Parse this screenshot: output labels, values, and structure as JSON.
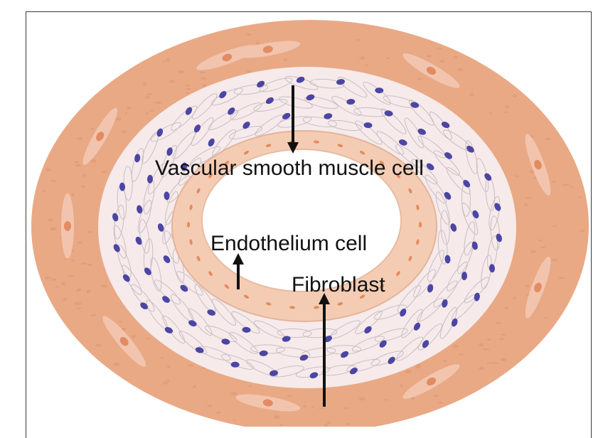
{
  "labels": {
    "vascular_smooth_muscle_cell": "Vascular smooth muscle cell",
    "endothelium_cell": "Endothelium cell",
    "fibroblast": "Fibroblast"
  },
  "colors": {
    "adventitia": "#e7a681",
    "media": "#f7ecec",
    "intima": "#f4cdb5",
    "nucleus": "#4b45a4",
    "lumen": "#ffffff"
  }
}
